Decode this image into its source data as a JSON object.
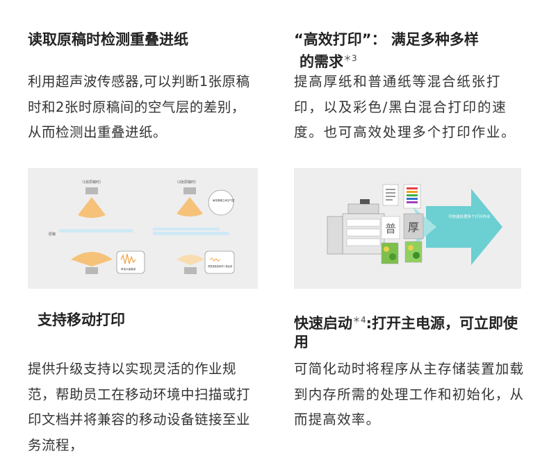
{
  "sections": {
    "detect": {
      "title": "读取原稿时检测重叠进纸",
      "body": "利用超声波传感器,可以判断1张原稿时和2张时原稿间的空气层的差别，从而检测出重叠进纸。",
      "figure": {
        "label_one_sheet": "（1张原稿时）",
        "label_two_sheet": "（2张原稿时）",
        "label_paper": "原稿",
        "bubble_top": "每张原稿之间空气层",
        "bubble_bottom_left": "声波大量衰减",
        "bubble_bottom_right": "重叠进纸检测时少量衰减"
      }
    },
    "efficient": {
      "title_line1": "“高效打印”： 满足多种多样",
      "title_line2": "的需求",
      "title_sup": "＊3",
      "body": "提高厚纸和普通纸等混合纸张打印，以及彩色/黑白混合打印的速度。也可高效处理多个打印作业。",
      "figure": {
        "label_plain": "普",
        "label_thick": "厚",
        "arrow_text": "可快速处理多个打印作业"
      }
    },
    "mobile": {
      "title": "支持移动打印",
      "body": "提供升级支持以实现灵活的作业规范，帮助员工在移动环境中扫描或打印文档并将兼容的移动设备链接至业务流程，"
    },
    "quickstart": {
      "title_part1": "快速启动",
      "title_sup": "＊4",
      "title_part2": ":打开主电源，可立即使用",
      "body": "可简化动时将程序从主存储装置加载到内存所需的处理工作和初始化，从而提高效率。"
    }
  },
  "colors": {
    "orange": "#f6c27a",
    "light_blue": "#cfe9f5",
    "teal": "#6ccfd2",
    "panel_bg": "#eeeeee"
  }
}
